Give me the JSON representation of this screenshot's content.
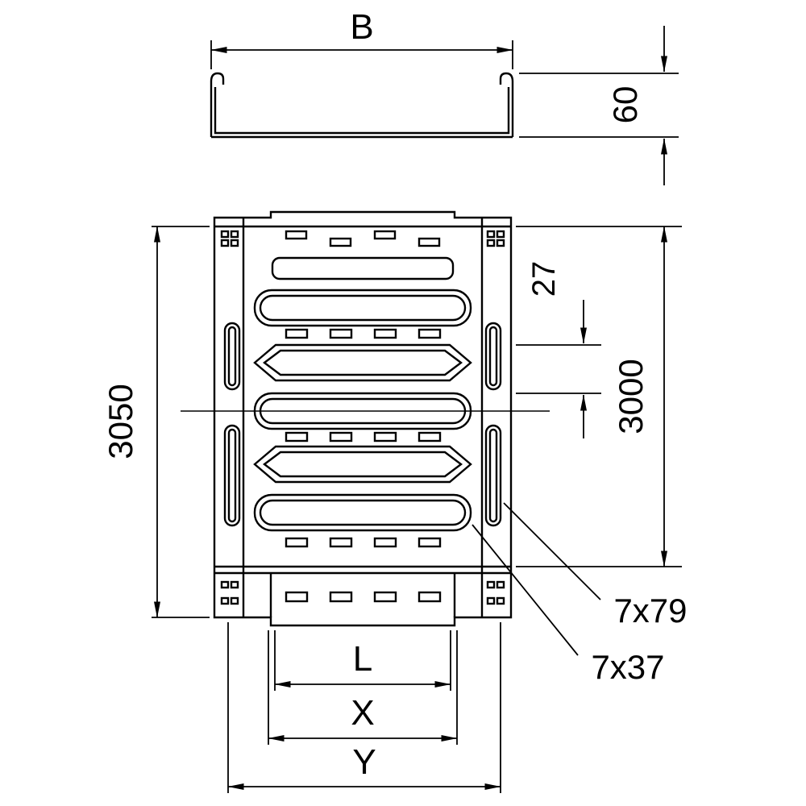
{
  "drawing": {
    "colors": {
      "line": "#000000",
      "background": "#ffffff"
    },
    "views": {
      "cross_section": {
        "width_label": "B",
        "height_label": "60"
      },
      "plan": {
        "overall_length_label": "3050",
        "length_label": "3000",
        "slot_spacing_label": "27",
        "side_slot_label": "7x79",
        "base_slot_label": "7x37",
        "dim_l_label": "L",
        "dim_x_label": "X",
        "dim_y_label": "Y"
      }
    }
  }
}
